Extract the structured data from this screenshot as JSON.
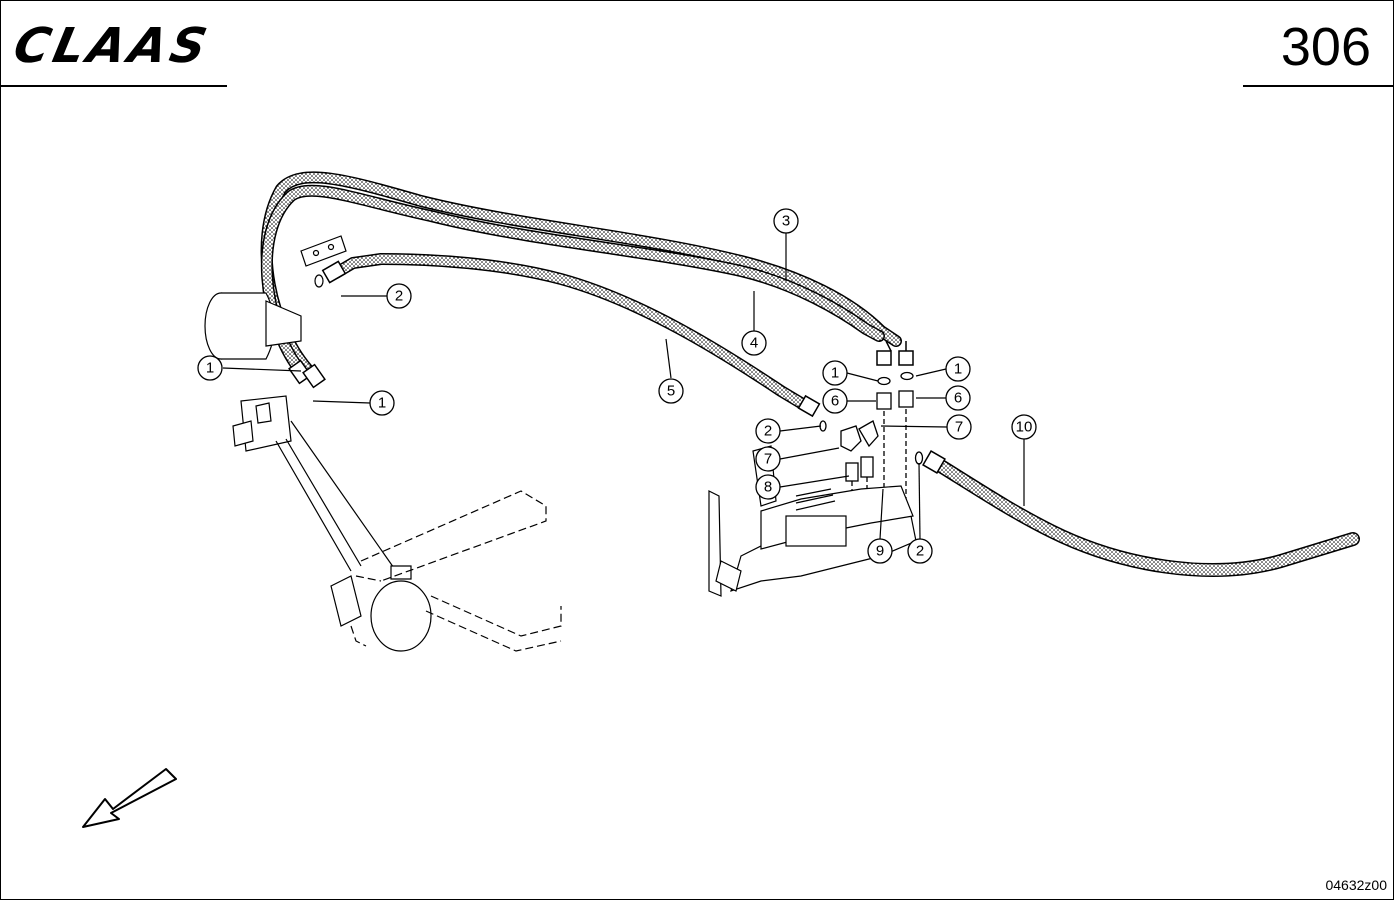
{
  "header": {
    "brand": "CLAAS",
    "page_number": "306"
  },
  "footer": {
    "drawing_code": "04632z00"
  },
  "callouts": [
    {
      "id": "c-3",
      "label": "3"
    },
    {
      "id": "c-2a",
      "label": "2"
    },
    {
      "id": "c-4",
      "label": "4"
    },
    {
      "id": "c-1a",
      "label": "1"
    },
    {
      "id": "c-1b",
      "label": "1"
    },
    {
      "id": "c-1c",
      "label": "1"
    },
    {
      "id": "c-1d",
      "label": "1"
    },
    {
      "id": "c-5",
      "label": "5"
    },
    {
      "id": "c-6a",
      "label": "6"
    },
    {
      "id": "c-6b",
      "label": "6"
    },
    {
      "id": "c-2b",
      "label": "2"
    },
    {
      "id": "c-7a",
      "label": "7"
    },
    {
      "id": "c-7b",
      "label": "7"
    },
    {
      "id": "c-10",
      "label": "10"
    },
    {
      "id": "c-8",
      "label": "8"
    },
    {
      "id": "c-9",
      "label": "9"
    },
    {
      "id": "c-2c",
      "label": "2"
    }
  ],
  "icons": {
    "direction_arrow": "direction-arrow-icon"
  },
  "colors": {
    "line": "#000000",
    "background": "#ffffff"
  }
}
